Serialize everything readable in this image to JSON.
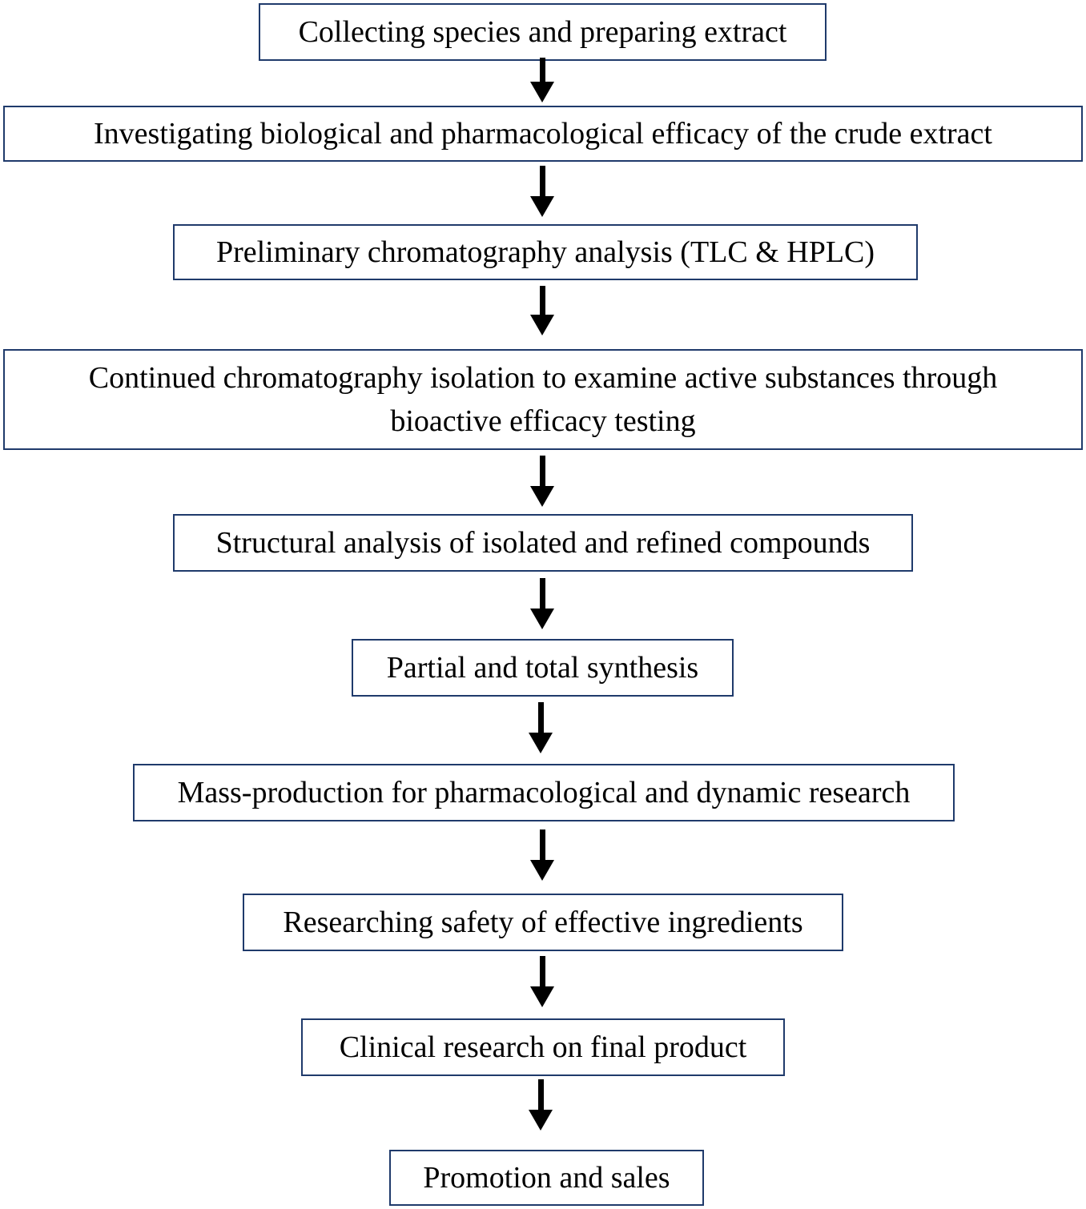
{
  "steps": [
    {
      "label": "Collecting  species and preparing  extract"
    },
    {
      "label": "Investigating  biological  and  pharmacological  efficacy  of the crude extract"
    },
    {
      "label": "Preliminary   chromatography analysis  (TLC & HPLC)"
    },
    {
      "line1": "Continued chromatography isolation  to examine  active substances through",
      "line2": "bioactive efficacy testing"
    },
    {
      "label": "Structural analysis  of isolated and refined  compounds"
    },
    {
      "label": "Partial  and total synthesis"
    },
    {
      "label": "Mass-production for pharmacological  and dynamic  research"
    },
    {
      "label": "Researching safety of effective ingredients"
    },
    {
      "label": "Clinical  research on final  product"
    },
    {
      "label": "Promotion and sales"
    }
  ]
}
